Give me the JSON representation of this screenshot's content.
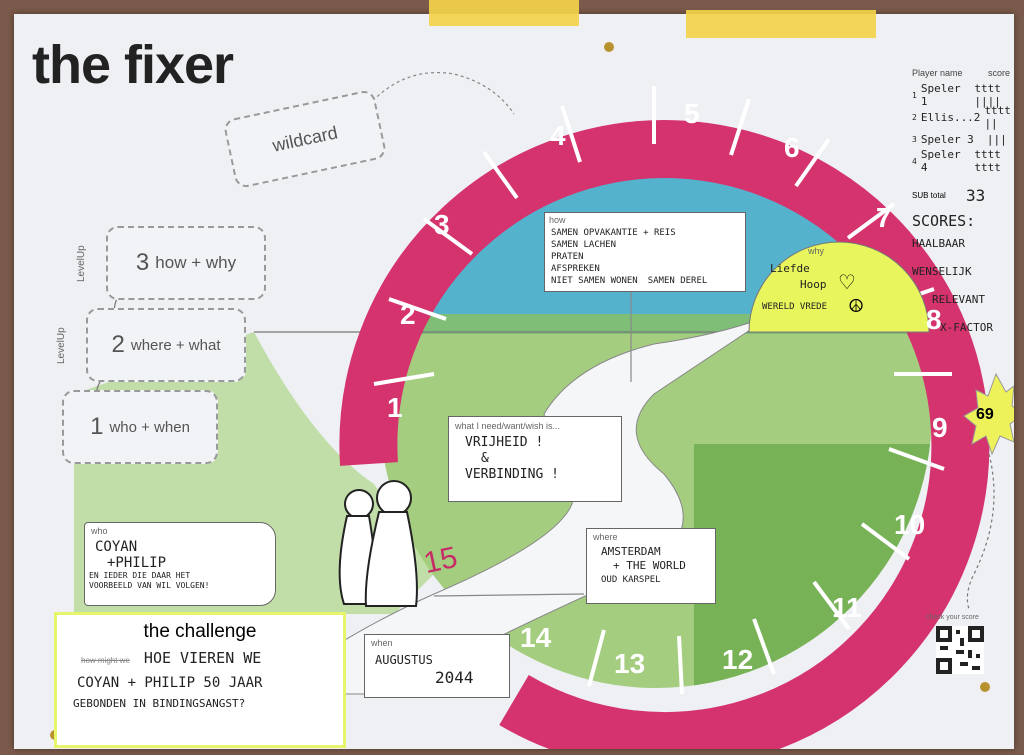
{
  "title": "the fixer",
  "wildcard": "wildcard",
  "levels": [
    {
      "num": "3",
      "label": "how + why"
    },
    {
      "num": "2",
      "label": "where + what"
    },
    {
      "num": "1",
      "label": "who + when"
    }
  ],
  "level_up_label": "LevelUp",
  "how": {
    "label": "how",
    "text": [
      "SAMEN LACHEN",
      "SAMEN OPVAKANTIE + REIS",
      "PRATEN",
      "AFSPREKEN",
      "NIET SAMEN WONEN",
      "SAMEN DEREL"
    ]
  },
  "why": {
    "label": "why",
    "items": [
      "Liefde",
      "Hoop",
      "WERELD VREDE"
    ]
  },
  "what": {
    "label": "what I need/want/wish is...",
    "lines": [
      "VRIJHEID !",
      "&",
      "VERBINDING !"
    ]
  },
  "who": {
    "label": "who",
    "lines": [
      "COYAN",
      "+PHILIP",
      "EN IEDER DIE DAAR HET",
      "VOORBEELD VAN WIL VOLGEN!"
    ]
  },
  "where": {
    "label": "where",
    "lines": [
      "AMSTERDAM",
      "+ THE WORLD",
      "OUD KARSPEL"
    ]
  },
  "when": {
    "label": "when",
    "lines": [
      "AUGUSTUS",
      "2044"
    ]
  },
  "challenge": {
    "title": "the challenge",
    "struck": "how might we",
    "lines": [
      "HOE VIEREN WE",
      "COYAN + PHILIP 50 JAAR",
      "GEBONDEN IN BINDINGSANGST?"
    ]
  },
  "count_15": "15",
  "star_score": "69",
  "ring_numbers": [
    "1",
    "2",
    "3",
    "4",
    "5",
    "6",
    "7",
    "8",
    "9",
    "10",
    "11",
    "12",
    "13",
    "14"
  ],
  "scoreboard": {
    "player_header": "Player name",
    "score_header": "score",
    "players": [
      {
        "num": "1",
        "name": "Speler 1",
        "score": "tttt ||||"
      },
      {
        "num": "2",
        "name": "Ellis...2",
        "score": "tttt ||"
      },
      {
        "num": "3",
        "name": "Speler 3",
        "score": "|||"
      },
      {
        "num": "4",
        "name": "Speler 4",
        "score": "tttt tttt"
      }
    ],
    "sub_total_label": "SUB total",
    "sub_total": "33",
    "scores_title": "SCORES:",
    "criteria": [
      "HAALBAAR",
      "WENSELIJK",
      "RELEVANT",
      "X-FACTOR"
    ]
  },
  "qr_label": "check your score",
  "colors": {
    "ring": "#d4336d",
    "sky": "#3aa7c5",
    "grass": "#8cc15a",
    "highlight": "#e8f55c",
    "star": "#eef25a"
  }
}
